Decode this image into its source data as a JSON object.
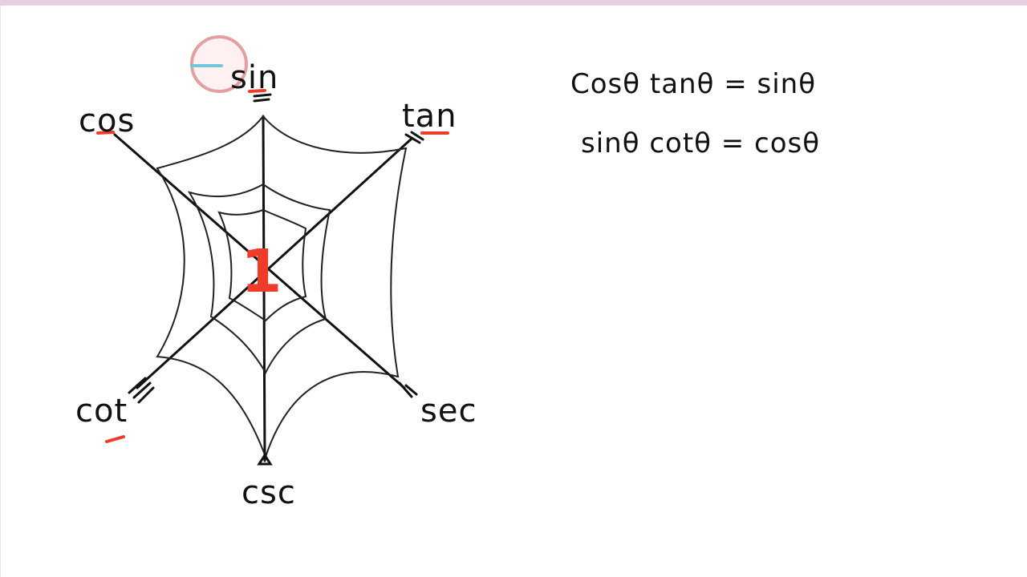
{
  "diagram": {
    "labels": {
      "sin": "sin",
      "cos": "cos",
      "tan": "tan",
      "cot": "cot",
      "sec": "sec",
      "csc": "csc"
    },
    "center": "1"
  },
  "equations": [
    "Cosθ tanθ = sinθ",
    "sinθ cotθ = cosθ"
  ],
  "colors": {
    "ink": "#111111",
    "red": "#ee3b2a",
    "top_bar": "#e7cfdf",
    "cursor_ring": "#d45a5a",
    "cursor_highlight": "#6fc6dd"
  }
}
